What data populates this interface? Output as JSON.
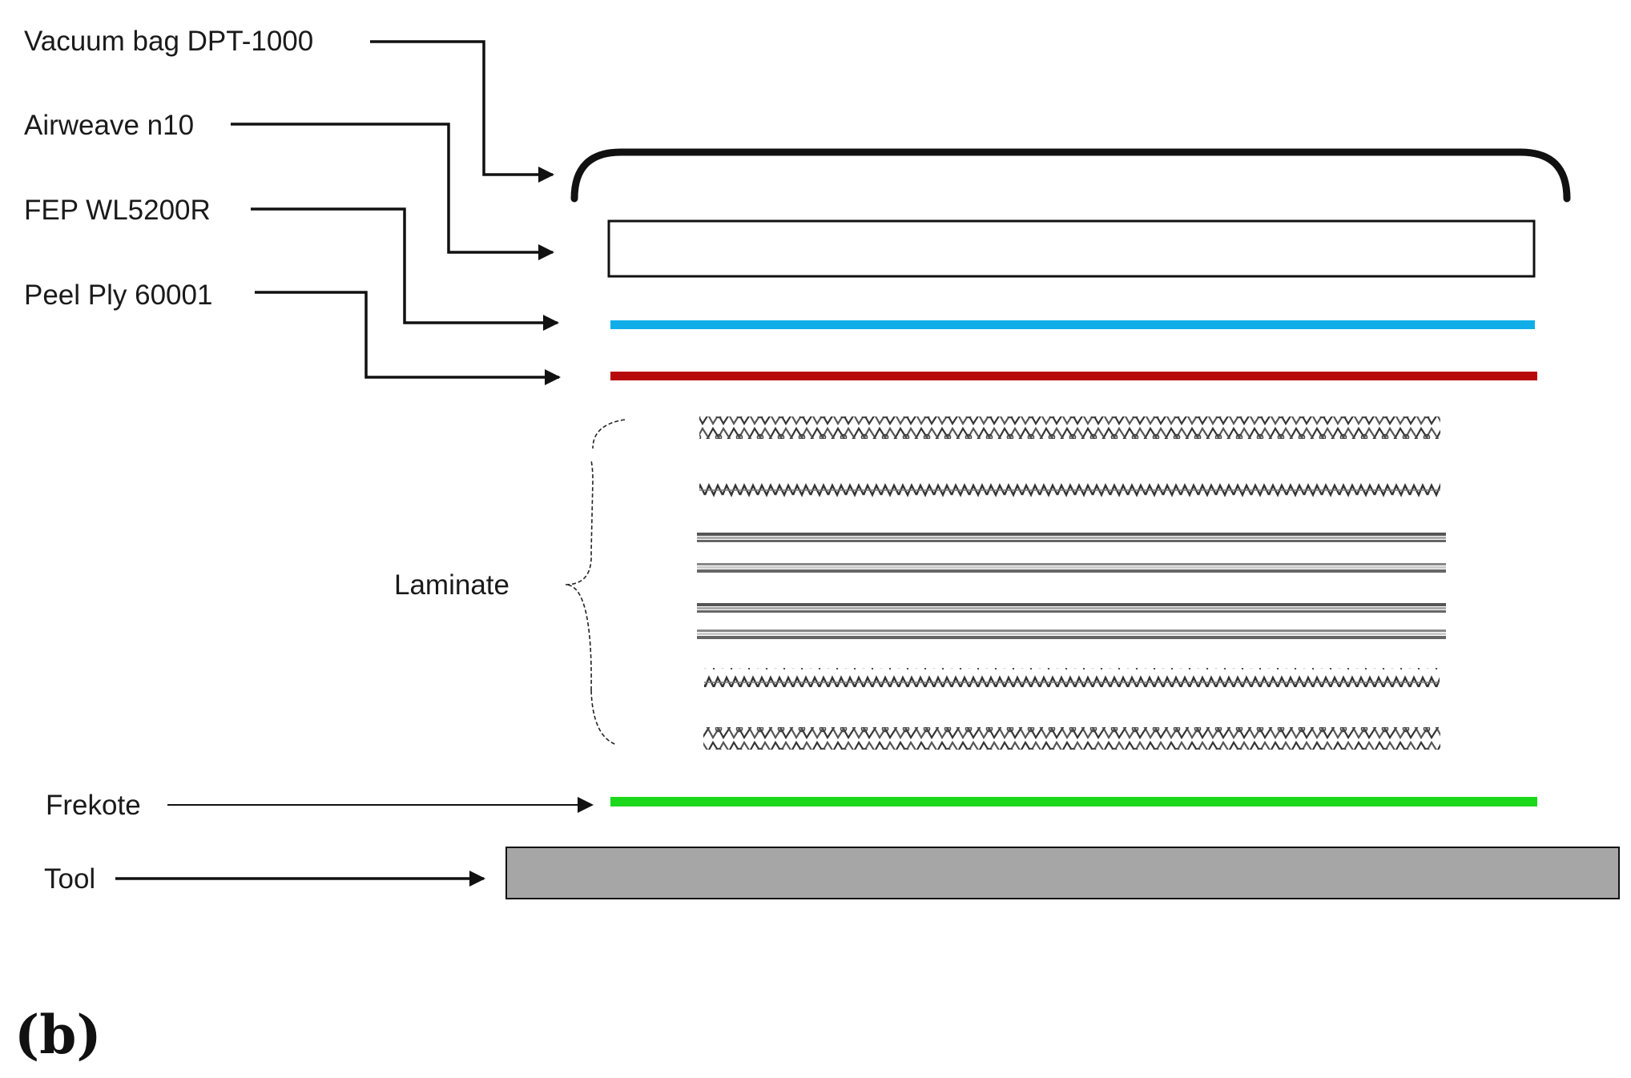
{
  "figure": {
    "panel_label": "(b)"
  },
  "layers": {
    "vacuum_bag": {
      "label": "Vacuum bag DPT-1000",
      "color": "#111111"
    },
    "airweave": {
      "label": "Airweave n10",
      "color": "#111111"
    },
    "fep": {
      "label": "FEP WL5200R",
      "color": "#10aee8"
    },
    "peel_ply": {
      "label": "Peel Ply 60001",
      "color": "#b80a0a"
    },
    "laminate": {
      "label": "Laminate",
      "ply_count": 8
    },
    "frekote": {
      "label": "Frekote",
      "color": "#1bd81b"
    },
    "tool": {
      "label": "Tool",
      "color": "#a6a6a6"
    }
  }
}
